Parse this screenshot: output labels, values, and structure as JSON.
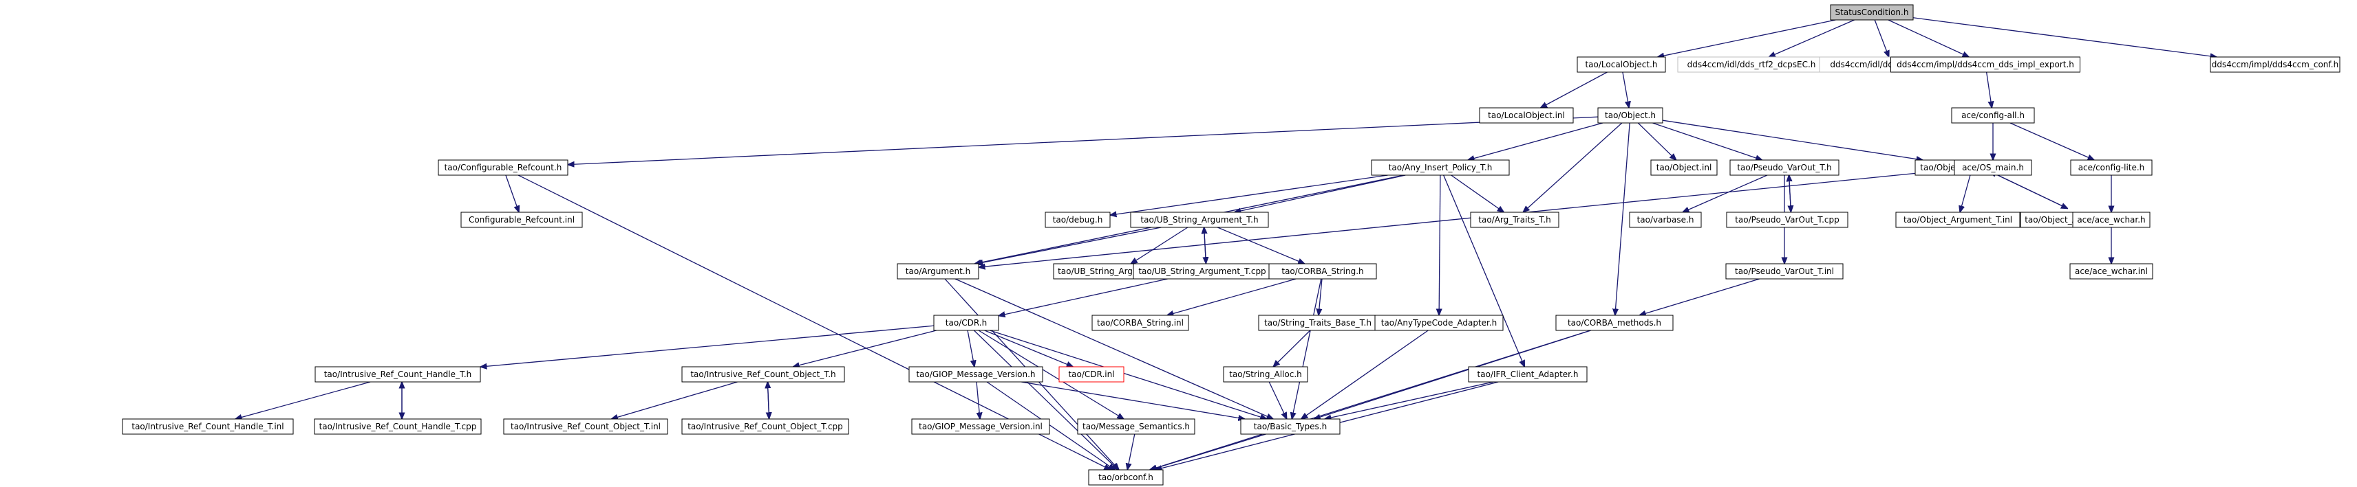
{
  "graph": {
    "nodes": [
      {
        "id": "n0",
        "label": "StatusCondition.h",
        "style": "root"
      },
      {
        "id": "n1",
        "label": "tao/LocalObject.h",
        "style": "normal"
      },
      {
        "id": "n2",
        "label": "dds4ccm/idl/dds_rtf2_dcpsEC.h",
        "style": "missing"
      },
      {
        "id": "n3",
        "label": "dds4ccm/idl/dds_rtf2_dcpsC.h",
        "style": "missing"
      },
      {
        "id": "n4",
        "label": "dds4ccm/impl/dds4ccm_dds_impl_export.h",
        "style": "normal"
      },
      {
        "id": "n5",
        "label": "dds4ccm/impl/dds4ccm_conf.h",
        "style": "normal"
      },
      {
        "id": "n6",
        "label": "tao/LocalObject.inl",
        "style": "normal"
      },
      {
        "id": "n7",
        "label": "tao/Object.h",
        "style": "normal"
      },
      {
        "id": "n8",
        "label": "ace/config-all.h",
        "style": "normal"
      },
      {
        "id": "n9",
        "label": "tao/Configurable_Refcount.h",
        "style": "normal"
      },
      {
        "id": "n10",
        "label": "tao/Any_Insert_Policy_T.h",
        "style": "normal"
      },
      {
        "id": "n11",
        "label": "tao/Object.inl",
        "style": "normal"
      },
      {
        "id": "n12",
        "label": "tao/Pseudo_VarOut_T.h",
        "style": "normal"
      },
      {
        "id": "n13",
        "label": "tao/Object_Argument_T.h",
        "style": "normal"
      },
      {
        "id": "n14",
        "label": "ace/OS_main.h",
        "style": "normal"
      },
      {
        "id": "n15",
        "label": "ace/config-lite.h",
        "style": "normal"
      },
      {
        "id": "n16",
        "label": "Configurable_Refcount.inl",
        "style": "normal"
      },
      {
        "id": "n17",
        "label": "tao/debug.h",
        "style": "normal"
      },
      {
        "id": "n18",
        "label": "tao/UB_String_Argument_T.h",
        "style": "normal"
      },
      {
        "id": "n19",
        "label": "tao/Arg_Traits_T.h",
        "style": "normal"
      },
      {
        "id": "n20",
        "label": "tao/varbase.h",
        "style": "normal"
      },
      {
        "id": "n21",
        "label": "tao/Pseudo_VarOut_T.cpp",
        "style": "normal"
      },
      {
        "id": "n22",
        "label": "tao/Object_Argument_T.inl",
        "style": "normal"
      },
      {
        "id": "n23",
        "label": "tao/Object_Argument_T.cpp",
        "style": "normal"
      },
      {
        "id": "n24",
        "label": "ace/ace_wchar.h",
        "style": "normal"
      },
      {
        "id": "n25",
        "label": "tao/Argument.h",
        "style": "normal"
      },
      {
        "id": "n26",
        "label": "tao/UB_String_Argument_T.inl",
        "style": "normal"
      },
      {
        "id": "n27",
        "label": "tao/UB_String_Argument_T.cpp",
        "style": "normal"
      },
      {
        "id": "n28",
        "label": "tao/CORBA_String.h",
        "style": "normal"
      },
      {
        "id": "n29",
        "label": "tao/Pseudo_VarOut_T.inl",
        "style": "normal"
      },
      {
        "id": "n30",
        "label": "ace/ace_wchar.inl",
        "style": "normal"
      },
      {
        "id": "n31",
        "label": "tao/CDR.h",
        "style": "normal"
      },
      {
        "id": "n32",
        "label": "tao/CORBA_String.inl",
        "style": "normal"
      },
      {
        "id": "n33",
        "label": "tao/String_Traits_Base_T.h",
        "style": "normal"
      },
      {
        "id": "n34",
        "label": "tao/AnyTypeCode_Adapter.h",
        "style": "normal"
      },
      {
        "id": "n35",
        "label": "tao/CORBA_methods.h",
        "style": "normal"
      },
      {
        "id": "n36",
        "label": "tao/Intrusive_Ref_Count_Handle_T.h",
        "style": "normal"
      },
      {
        "id": "n37",
        "label": "tao/Intrusive_Ref_Count_Object_T.h",
        "style": "normal"
      },
      {
        "id": "n38",
        "label": "tao/GIOP_Message_Version.h",
        "style": "normal"
      },
      {
        "id": "n39",
        "label": "tao/CDR.inl",
        "style": "incomplete"
      },
      {
        "id": "n40",
        "label": "tao/String_Alloc.h",
        "style": "normal"
      },
      {
        "id": "n41",
        "label": "tao/IFR_Client_Adapter.h",
        "style": "normal"
      },
      {
        "id": "n42",
        "label": "tao/Intrusive_Ref_Count_Handle_T.inl",
        "style": "normal"
      },
      {
        "id": "n43",
        "label": "tao/Intrusive_Ref_Count_Handle_T.cpp",
        "style": "normal"
      },
      {
        "id": "n44",
        "label": "tao/Intrusive_Ref_Count_Object_T.inl",
        "style": "normal"
      },
      {
        "id": "n45",
        "label": "tao/Intrusive_Ref_Count_Object_T.cpp",
        "style": "normal"
      },
      {
        "id": "n46",
        "label": "tao/GIOP_Message_Version.inl",
        "style": "normal"
      },
      {
        "id": "n47",
        "label": "tao/Message_Semantics.h",
        "style": "normal"
      },
      {
        "id": "n48",
        "label": "tao/Basic_Types.h",
        "style": "normal"
      },
      {
        "id": "n49",
        "label": "tao/orbconf.h",
        "style": "normal"
      }
    ],
    "edges": [
      [
        "n0",
        "n1"
      ],
      [
        "n0",
        "n2"
      ],
      [
        "n0",
        "n3"
      ],
      [
        "n0",
        "n4"
      ],
      [
        "n0",
        "n5"
      ],
      [
        "n1",
        "n6"
      ],
      [
        "n1",
        "n7"
      ],
      [
        "n4",
        "n8"
      ],
      [
        "n7",
        "n9"
      ],
      [
        "n7",
        "n10"
      ],
      [
        "n7",
        "n11"
      ],
      [
        "n7",
        "n12"
      ],
      [
        "n7",
        "n13"
      ],
      [
        "n7",
        "n19"
      ],
      [
        "n7",
        "n35"
      ],
      [
        "n8",
        "n14"
      ],
      [
        "n8",
        "n15"
      ],
      [
        "n15",
        "n24"
      ],
      [
        "n24",
        "n30"
      ],
      [
        "n9",
        "n16"
      ],
      [
        "n9",
        "n49"
      ],
      [
        "n10",
        "n17"
      ],
      [
        "n10",
        "n18"
      ],
      [
        "n10",
        "n19"
      ],
      [
        "n10",
        "n25"
      ],
      [
        "n10",
        "n34"
      ],
      [
        "n10",
        "n41"
      ],
      [
        "n12",
        "n20"
      ],
      [
        "n12",
        "n21"
      ],
      [
        "n21",
        "n12"
      ],
      [
        "n12",
        "n29"
      ],
      [
        "n13",
        "n22"
      ],
      [
        "n13",
        "n23"
      ],
      [
        "n23",
        "n13"
      ],
      [
        "n13",
        "n25"
      ],
      [
        "n18",
        "n25"
      ],
      [
        "n18",
        "n26"
      ],
      [
        "n18",
        "n27"
      ],
      [
        "n27",
        "n18"
      ],
      [
        "n18",
        "n28"
      ],
      [
        "n25",
        "n48"
      ],
      [
        "n25",
        "n49"
      ],
      [
        "n27",
        "n31"
      ],
      [
        "n28",
        "n32"
      ],
      [
        "n28",
        "n33"
      ],
      [
        "n28",
        "n48"
      ],
      [
        "n29",
        "n35"
      ],
      [
        "n31",
        "n36"
      ],
      [
        "n31",
        "n37"
      ],
      [
        "n31",
        "n38"
      ],
      [
        "n31",
        "n39"
      ],
      [
        "n31",
        "n47"
      ],
      [
        "n31",
        "n48"
      ],
      [
        "n31",
        "n49"
      ],
      [
        "n33",
        "n40"
      ],
      [
        "n40",
        "n48"
      ],
      [
        "n34",
        "n48"
      ],
      [
        "n35",
        "n48"
      ],
      [
        "n35",
        "n49"
      ],
      [
        "n36",
        "n42"
      ],
      [
        "n36",
        "n43"
      ],
      [
        "n43",
        "n36"
      ],
      [
        "n37",
        "n44"
      ],
      [
        "n37",
        "n45"
      ],
      [
        "n45",
        "n37"
      ],
      [
        "n38",
        "n46"
      ],
      [
        "n38",
        "n48"
      ],
      [
        "n38",
        "n49"
      ],
      [
        "n41",
        "n48"
      ],
      [
        "n41",
        "n49"
      ],
      [
        "n47",
        "n49"
      ],
      [
        "n48",
        "n49"
      ]
    ]
  }
}
